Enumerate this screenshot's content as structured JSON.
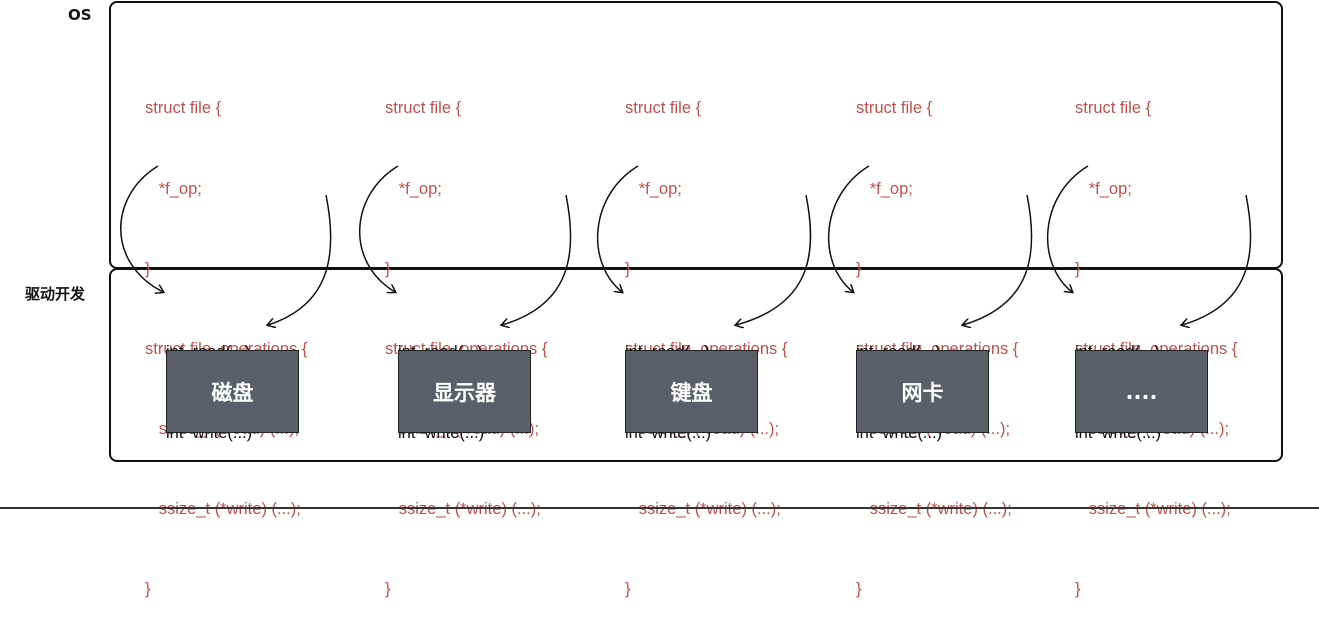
{
  "layers": {
    "os_label": "OS",
    "driver_label": "驱动开发"
  },
  "code_lines": [
    "struct file {",
    "   *f_op;",
    "}",
    "struct file_operations {",
    "   ssize_t (*read) (...);",
    "   ssize_t (*write) (...);",
    "}"
  ],
  "driver_functions": [
    "int  read(...)",
    "int  write(...)"
  ],
  "devices": [
    "磁盘",
    "显示器",
    "键盘",
    "网卡",
    "...."
  ],
  "colors": {
    "code": "#c0504d",
    "device_box": "#5b6068",
    "border": "#111111"
  }
}
